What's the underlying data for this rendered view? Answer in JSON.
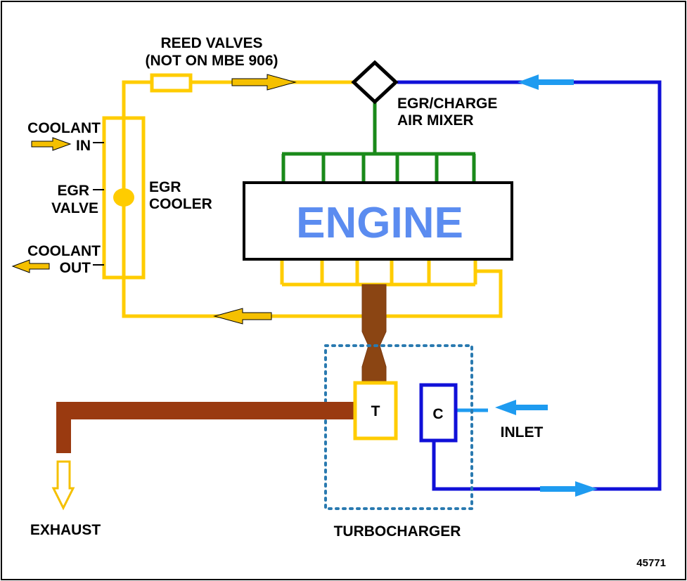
{
  "labels": {
    "reed_valves_line1": "REED VALVES",
    "reed_valves_line2": "(NOT ON MBE 906)",
    "mixer_line1": "EGR/CHARGE",
    "mixer_line2": "AIR MIXER",
    "coolant_in_line1": "COOLANT",
    "coolant_in_line2": "IN",
    "egr_valve_line1": "EGR",
    "egr_valve_line2": "VALVE",
    "egr_cooler_line1": "EGR",
    "egr_cooler_line2": "COOLER",
    "coolant_out_line1": "COOLANT",
    "coolant_out_line2": "OUT",
    "engine": "ENGINE",
    "turbine": "T",
    "compressor": "C",
    "inlet": "INLET",
    "exhaust": "EXHAUST",
    "turbocharger": "TURBOCHARGER",
    "figure_number": "45771"
  },
  "colors": {
    "egr_yellow": "#FFCC00",
    "arrow_yellow": "#F5C000",
    "charge_blue": "#1010D8",
    "flow_arrow_blue": "#1E9BF0",
    "intake_green": "#1A8A1A",
    "exhaust_brown": "#9A3A10",
    "manifold_brown": "#8B4513",
    "engine_text_blue": "#5B8CF0",
    "turbo_dotted_blue": "#2A7AB0"
  }
}
